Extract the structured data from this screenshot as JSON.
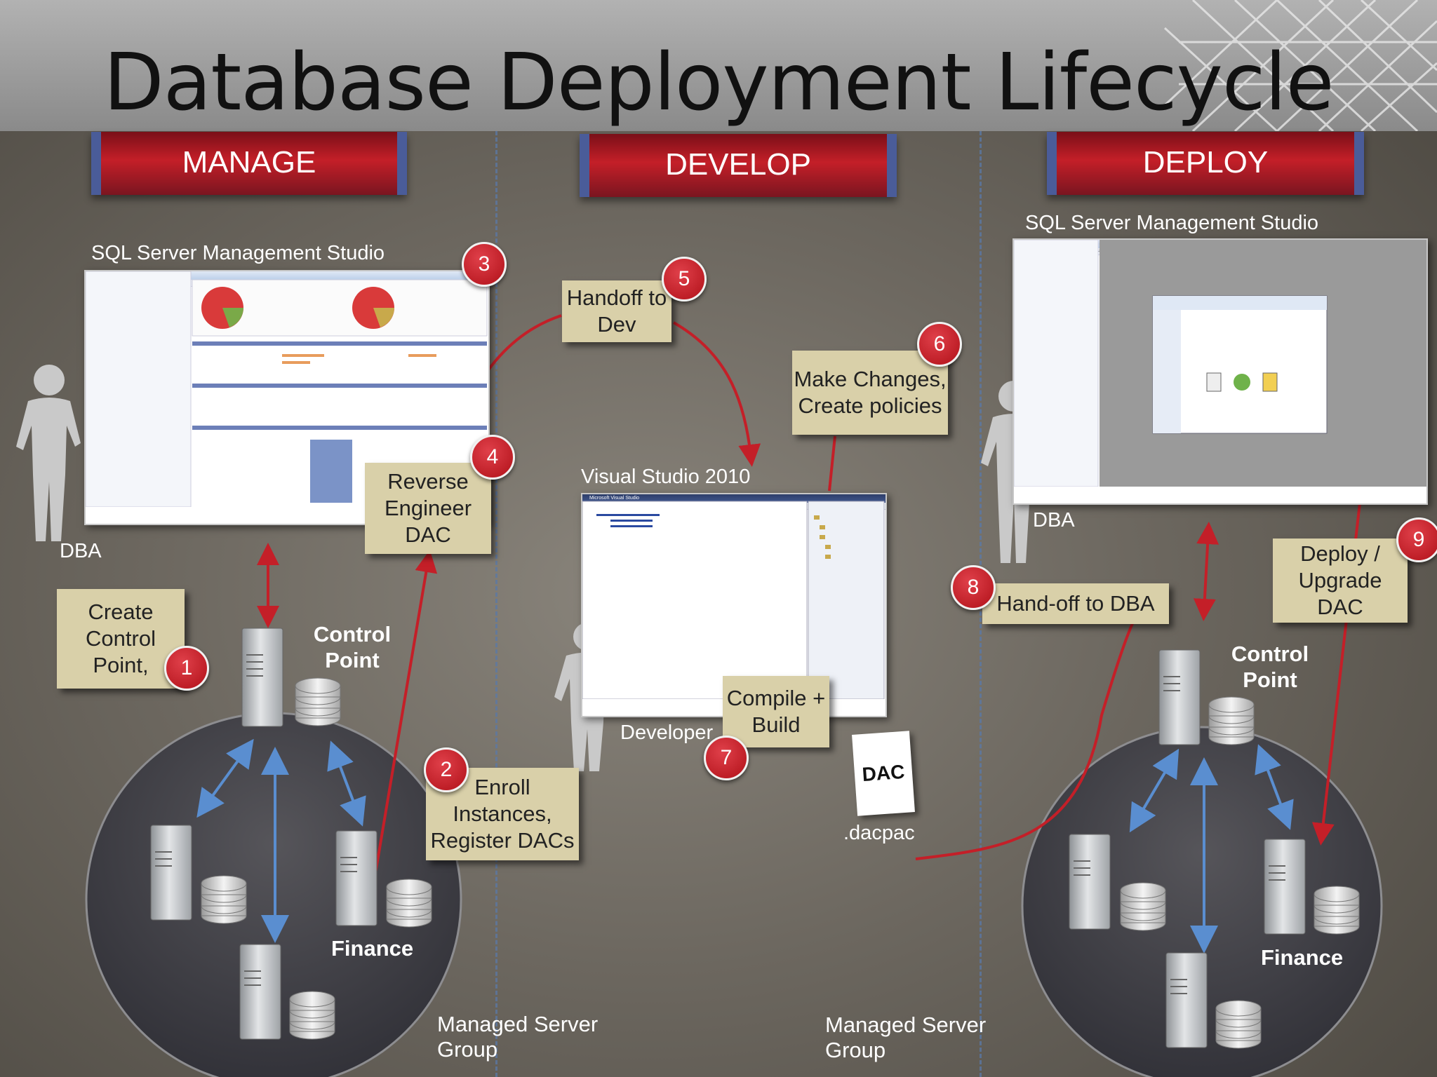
{
  "title": "Database Deployment Lifecycle",
  "phases": {
    "manage": "MANAGE",
    "develop": "DEVELOP",
    "deploy": "DEPLOY"
  },
  "manage": {
    "ssms_label": "SQL Server Management Studio",
    "actor": "DBA",
    "control_point": "Control Point",
    "finance": "Finance",
    "group_label": "Managed Server Group"
  },
  "develop": {
    "vs_label": "Visual Studio 2010",
    "actor": "Developer",
    "dac_icon": "DAC",
    "dacpac": ".dacpac",
    "group_label": "Managed Server Group"
  },
  "deploy": {
    "ssms_label": "SQL Server Management Studio",
    "actor": "DBA",
    "control_point": "Control Point",
    "finance": "Finance"
  },
  "steps": [
    {
      "num": "1",
      "text": "Create Control Point,"
    },
    {
      "num": "2",
      "text": "Enroll Instances, Register DACs"
    },
    {
      "num": "3",
      "text": ""
    },
    {
      "num": "4",
      "text": "Reverse Engineer DAC"
    },
    {
      "num": "5",
      "text": "Handoff to Dev"
    },
    {
      "num": "6",
      "text": "Make Changes, Create policies"
    },
    {
      "num": "7",
      "text": "Compile + Build"
    },
    {
      "num": "8",
      "text": "Hand-off to DBA"
    },
    {
      "num": "9",
      "text": "Deploy / Upgrade DAC"
    }
  ],
  "colors": {
    "accent_red": "#c41f28",
    "note_bg": "#d9d0a9",
    "arrow_blue": "#5a8ed0"
  },
  "icons": [
    "person-silhouette-icon",
    "server-icon",
    "database-icon",
    "dac-file-icon"
  ]
}
